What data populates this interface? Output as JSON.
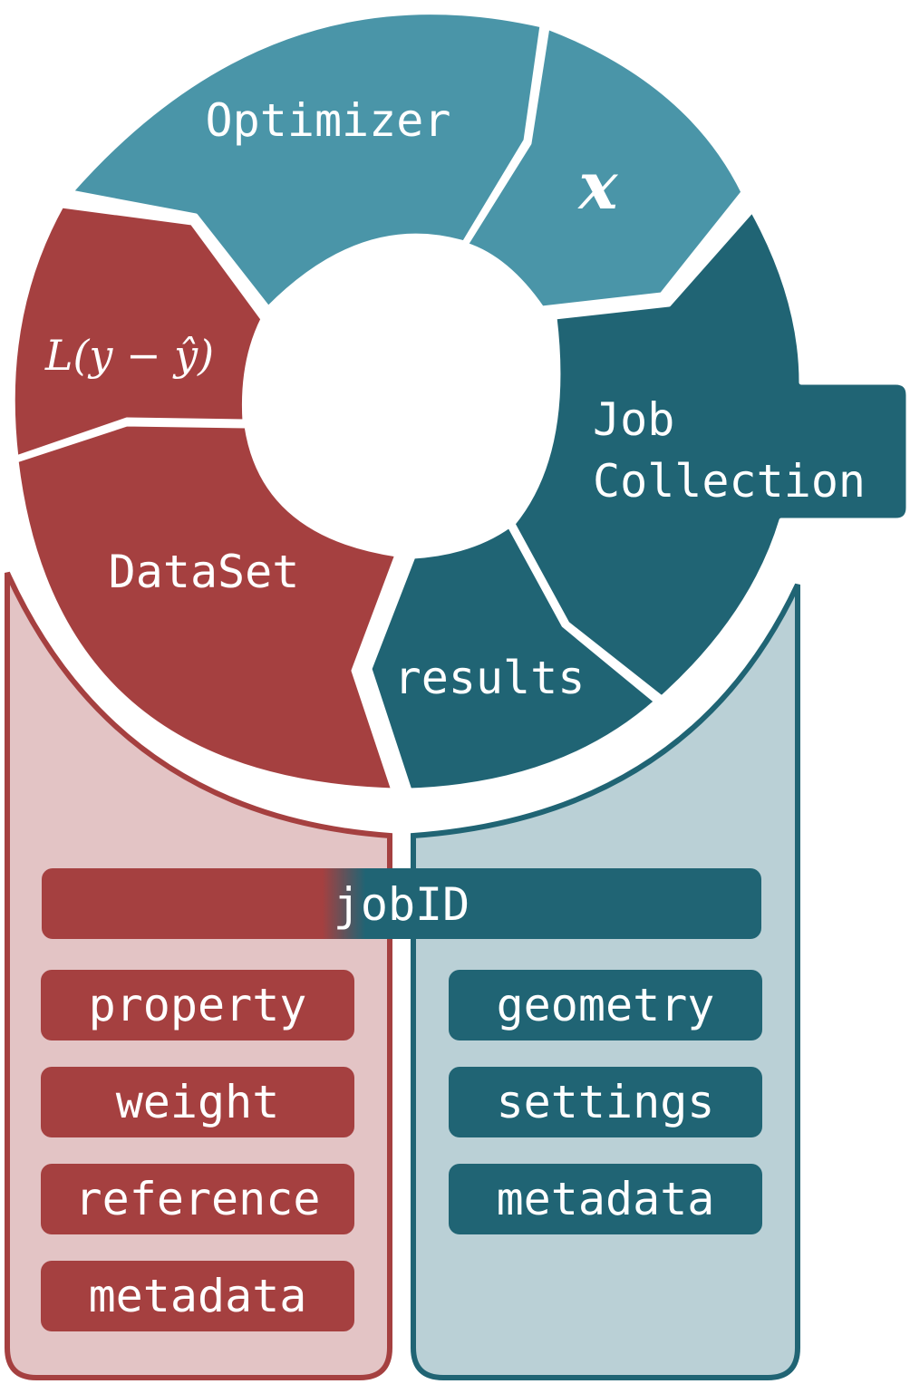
{
  "colors": {
    "optimizer": "#4a95a8",
    "dataset": "#a54040",
    "jobcollection": "#206474",
    "dataset_panel": "#e3c4c5",
    "job_panel": "#bad0d6",
    "divider": "#ffffff",
    "text": "#ffffff"
  },
  "ring": {
    "optimizer": "Optimizer",
    "x": "x",
    "loss": "L(y − ŷ)",
    "dataset": "DataSet",
    "job_collection_line1": "Job",
    "job_collection_line2": "Collection",
    "results": "results"
  },
  "shared": {
    "jobid": "jobID"
  },
  "dataset_fields": [
    "property",
    "weight",
    "reference",
    "metadata"
  ],
  "job_fields": [
    "geometry",
    "settings",
    "metadata"
  ]
}
